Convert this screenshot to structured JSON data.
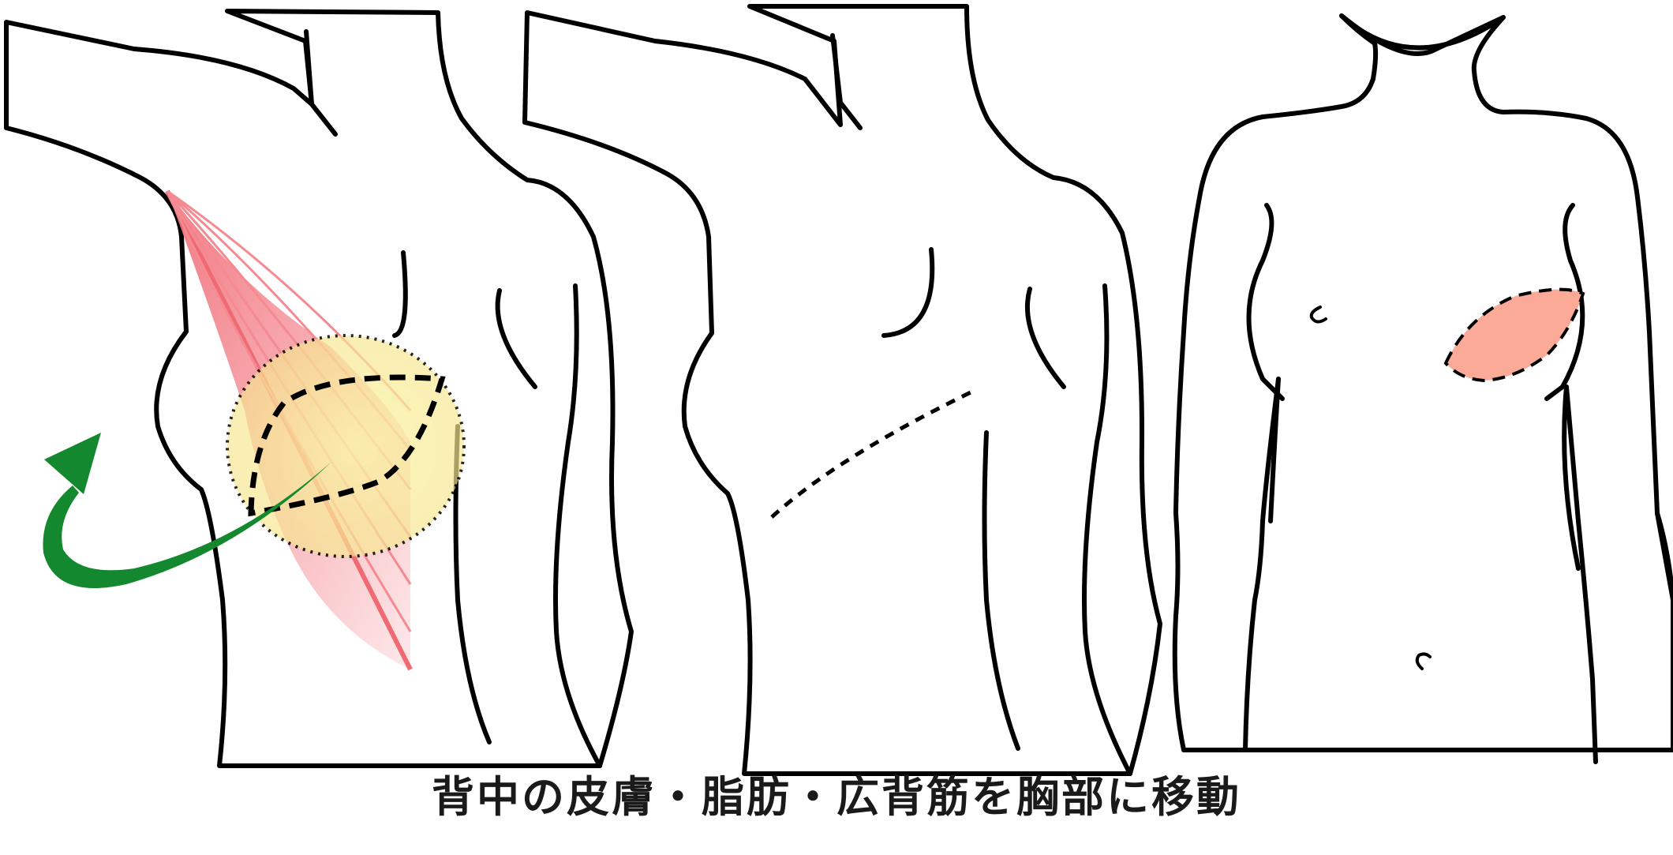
{
  "caption": "背中の皮膚・脂肪・広背筋を胸部に移動",
  "colors": {
    "skin": "#fcebd8",
    "outline": "#000000",
    "muscle": "#f06a74",
    "muscle_light": "#f8aab0",
    "flap_highlight": "#f6f0a8",
    "arrow": "#14882e",
    "reconstructed_breast": "#fbaa98",
    "front_top": "#fbeccc",
    "front_bottom": "#fcf0ee"
  },
  "panels": [
    {
      "name": "back-view-flap-design"
    },
    {
      "name": "back-view-after-harvest"
    },
    {
      "name": "front-view-reconstruction"
    }
  ]
}
